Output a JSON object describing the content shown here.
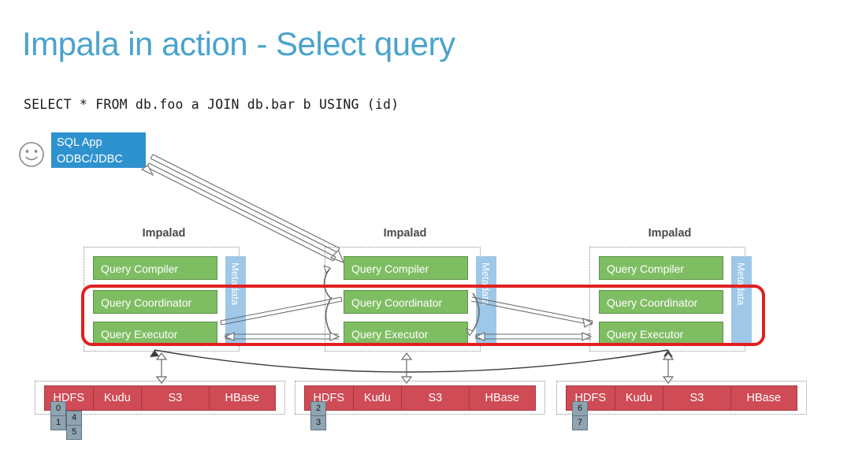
{
  "slide": {
    "title": "Impala in action - Select query",
    "title_color": "#4ba3cd",
    "sql": "SELECT * FROM db.foo a JOIN db.bar b USING (id)"
  },
  "client": {
    "icon": "smiley-face-icon",
    "line1": "SQL App",
    "line2": "ODBC/JDBC",
    "color": "#2e92ce"
  },
  "colors": {
    "process_green": "#7fbd63",
    "metadata_blue": "#9ec7e8",
    "storage_red": "#cf4b55",
    "highlight_red": "#e02020",
    "block_gray": "#8fa3b0"
  },
  "nodes": [
    {
      "label": "Impalad",
      "processes": [
        "Query Compiler",
        "Query Coordinator",
        "Query Executor"
      ],
      "metadata_label": "Metadata",
      "storage": [
        "HDFS",
        "Kudu",
        "S3",
        "HBase"
      ],
      "blocks": [
        [
          "0",
          "1"
        ],
        [
          "4",
          "5"
        ]
      ]
    },
    {
      "label": "Impalad",
      "processes": [
        "Query Compiler",
        "Query Coordinator",
        "Query Executor"
      ],
      "metadata_label": "Metadata",
      "storage": [
        "HDFS",
        "Kudu",
        "S3",
        "HBase"
      ],
      "blocks": [
        [
          "2",
          "3"
        ]
      ]
    },
    {
      "label": "Impalad",
      "processes": [
        "Query Compiler",
        "Query Coordinator",
        "Query Executor"
      ],
      "metadata_label": "Metadata",
      "storage": [
        "HDFS",
        "Kudu",
        "S3",
        "HBase"
      ],
      "blocks": [
        [
          "6",
          "7"
        ]
      ]
    }
  ]
}
